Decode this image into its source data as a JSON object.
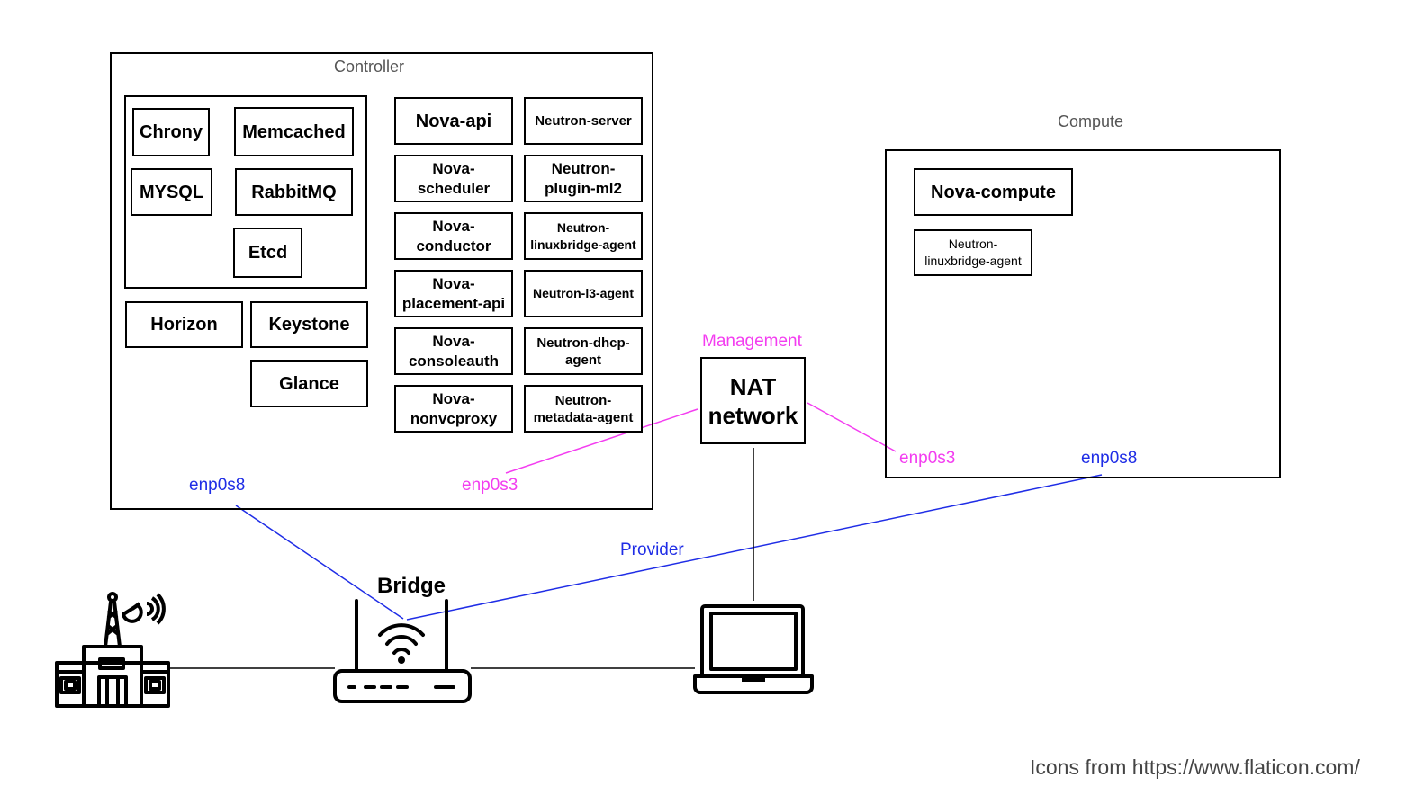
{
  "controller": {
    "title": "Controller",
    "infra": [
      "Chrony",
      "Memcached",
      "MYSQL",
      "RabbitMQ",
      "Etcd"
    ],
    "shared": [
      "Horizon",
      "Keystone",
      "Glance"
    ],
    "nova": [
      "Nova-api",
      "Nova-\nscheduler",
      "Nova-\nconductor",
      "Nova-\nplacement-api",
      "Nova-\nconsoleauth",
      "Nova-\nnonvcproxy"
    ],
    "neutron": [
      "Neutron-server",
      "Neutron-\nplugin-ml2",
      "Neutron-\nlinuxbridge-agent",
      "Neutron-l3-agent",
      "Neutron-dhcp-\nagent",
      "Neutron-\nmetadata-agent"
    ],
    "mgmt_iface": "enp0s3",
    "provider_iface": "enp0s8"
  },
  "compute": {
    "title": "Compute",
    "services": [
      "Nova-compute",
      "Neutron-\nlinuxbridge-agent"
    ],
    "mgmt_iface": "enp0s3",
    "provider_iface": "enp0s8"
  },
  "nat": {
    "label": "NAT\nnetwork",
    "network_label": "Management"
  },
  "provider_label": "Provider",
  "bridge_label": "Bridge",
  "icons": [
    "antenna-tower-building-icon",
    "wifi-router-icon",
    "laptop-icon"
  ],
  "credit": "Icons from https://www.flaticon.com/",
  "colors": {
    "management": "#f33df0",
    "provider": "#1f2de6",
    "title": "#555555"
  }
}
